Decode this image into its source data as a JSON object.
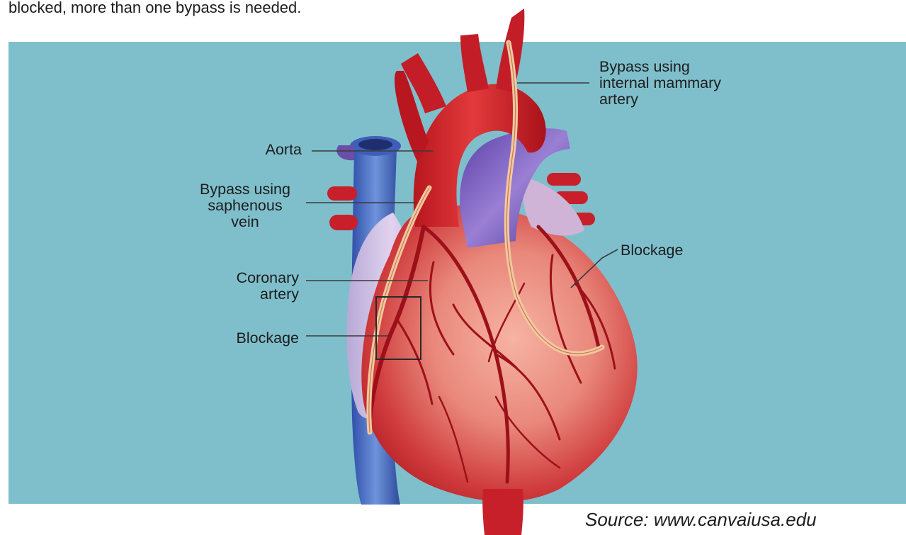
{
  "intro_text": "blocked, more than one bypass is needed.",
  "labels": {
    "bypass_mammary": [
      "Bypass using",
      "internal mammary",
      "artery"
    ],
    "aorta": "Aorta",
    "bypass_saphenous": [
      "Bypass using",
      "saphenous",
      "vein"
    ],
    "coronary_artery": [
      "Coronary",
      "artery"
    ],
    "blockage_left": "Blockage",
    "blockage_right": "Blockage"
  },
  "caption": "Source: www.canvaiusa.edu",
  "colors": {
    "background_panel": "#7fbfcc",
    "heart_red": "#c8202a",
    "vein_blue": "#4f74c4",
    "graft": "#f1c9a0"
  }
}
